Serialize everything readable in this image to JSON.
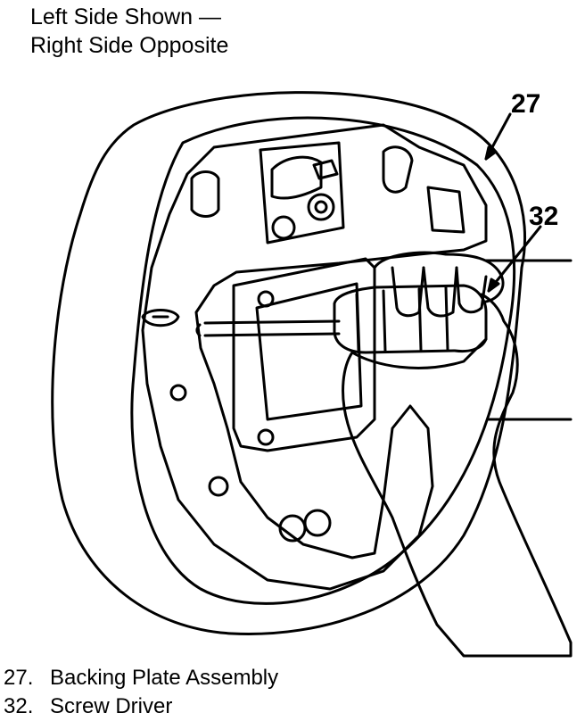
{
  "header": {
    "line1": "Left Side Shown —",
    "line2": "Right Side Opposite"
  },
  "callouts": {
    "c27": "27",
    "c32": "32"
  },
  "legend": [
    {
      "number": "27.",
      "label": "Backing Plate Assembly"
    },
    {
      "number": "32.",
      "label": "Screw Driver"
    }
  ]
}
